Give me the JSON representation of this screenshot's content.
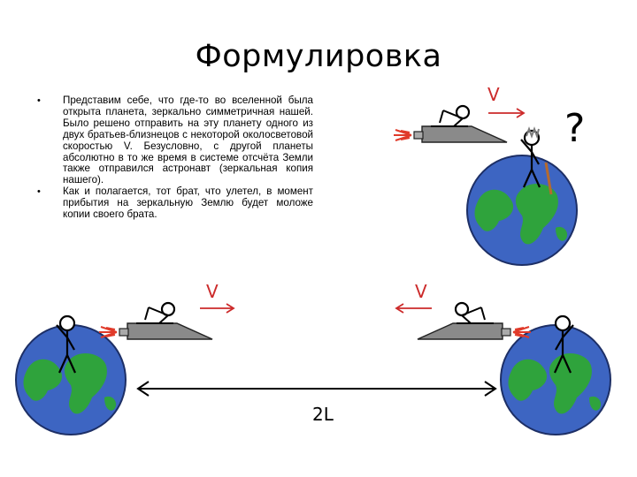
{
  "title": "Формулировка",
  "bullets": [
    "Представим себе, что где-то во вселенной была открыта планета, зеркально симметричная нашей. Было решено отправить на эту планету одного из двух братьев-близнецов с некоторой околосветовой скоростью V. Безусловно, с другой планеты абсолютно в то же время в системе отсчёта Земли также отправился астронавт (зеркальная копия нашего).",
    "Как и полагается, тот брат, что улетел, в момент прибытия на зеркальную Землю будет моложе копии своего брата."
  ],
  "labels": {
    "velocity_top": "V",
    "question": "?",
    "velocity_left": "V",
    "velocity_right": "V",
    "distance": "2L"
  },
  "colors": {
    "ocean": "#3d65c2",
    "land": "#2fa33c",
    "ship": "#8a8a8a",
    "flame": "#e03a2a",
    "velocity_text": "#cc2a2a"
  }
}
